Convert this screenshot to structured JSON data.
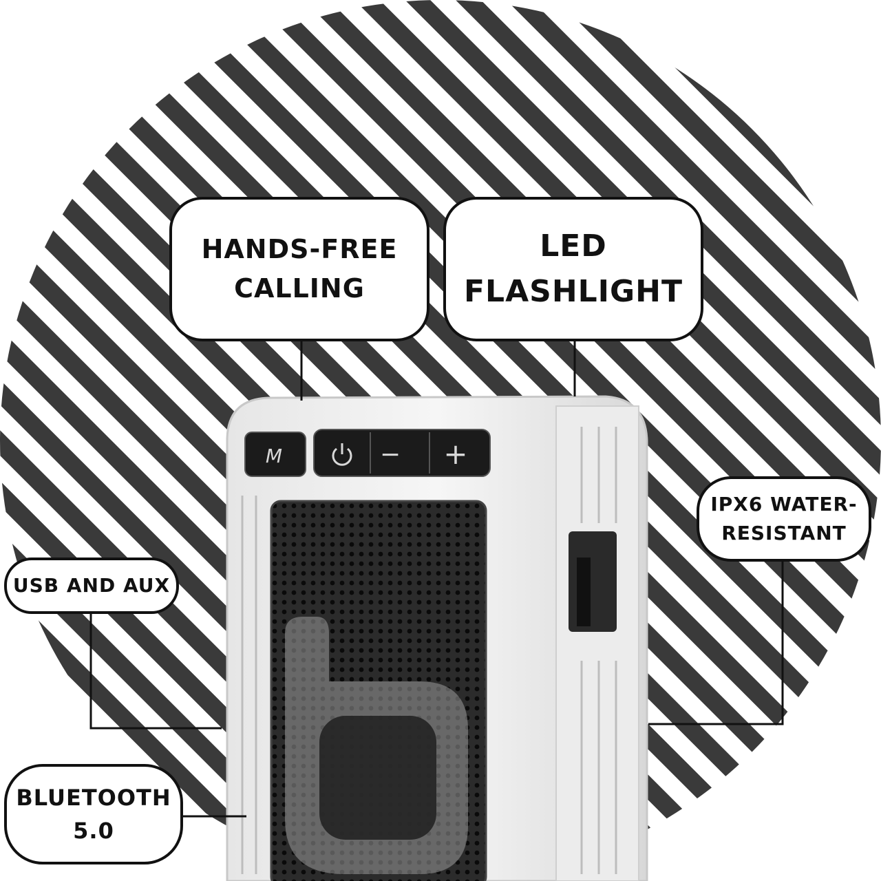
{
  "colors": {
    "stripe": "#3a3a3a",
    "background": "#ffffff",
    "outline": "#111111"
  },
  "device": {
    "buttons": [
      {
        "label": "M",
        "icon": "mode-icon"
      },
      {
        "label": "",
        "icon": "power-icon"
      },
      {
        "label": "−",
        "icon": "minus-icon"
      },
      {
        "label": "+",
        "icon": "plus-icon"
      }
    ]
  },
  "callouts": {
    "hands_free": {
      "line1": "HANDS-FREE",
      "line2": "CALLING"
    },
    "led": {
      "line1": "LED",
      "line2": "FLASHLIGHT"
    },
    "ipx": {
      "line1": "IPX6 WATER-",
      "line2": "RESISTANT"
    },
    "usb": {
      "line1": "USB AND AUX"
    },
    "bluetooth": {
      "line1": "BLUETOOTH",
      "line2": "5.0"
    }
  }
}
